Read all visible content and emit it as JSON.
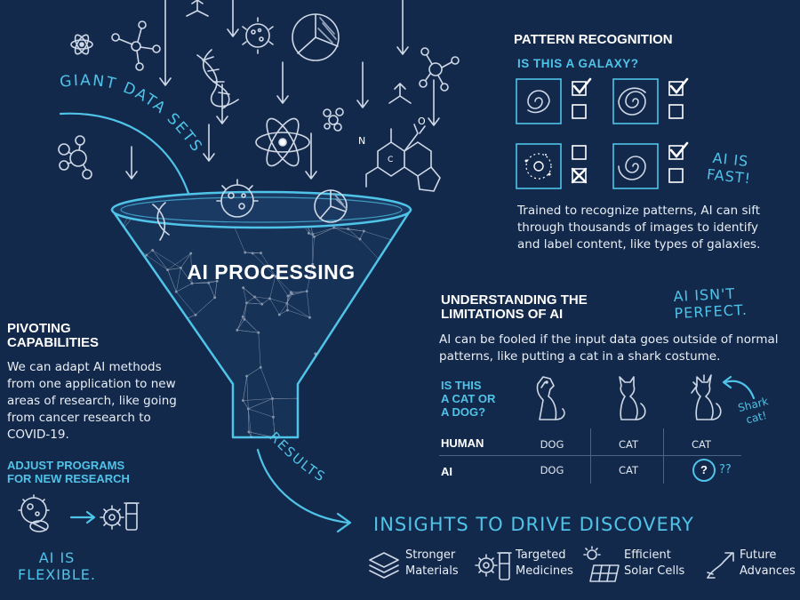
{
  "labels": {
    "giant_data_sets": "GIANT DATA SETS",
    "ai_processing": "AI PROCESSING",
    "results": "RESULTS",
    "insights": "INSIGHTS TO DRIVE DISCOVERY"
  },
  "pattern": {
    "title": "PATTERN RECOGNITION",
    "question": "IS THIS A GALAXY?",
    "fast_line1": "AI IS",
    "fast_line2": "FAST!",
    "body": "Trained to recognize patterns, AI can sift through thousands of images to identify and label content, like types of galaxies."
  },
  "limits": {
    "title_line1": "UNDERSTANDING THE",
    "title_line2": "LIMITATIONS OF AI",
    "not_perfect_line1": "AI ISN'T",
    "not_perfect_line2": "PERFECT.",
    "body": "AI can be fooled if the input data goes outside of normal patterns, like putting a cat in a shark costume.",
    "question_line1": "IS THIS",
    "question_line2": "A CAT OR",
    "question_line3": "A DOG?",
    "shark_line1": "Shark",
    "shark_line2": "cat!",
    "table": {
      "human_label": "HUMAN",
      "ai_label": "AI",
      "human": [
        "DOG",
        "CAT",
        "CAT"
      ],
      "ai": [
        "DOG",
        "CAT"
      ],
      "unknown_mark": "?",
      "unknown_extra": "??"
    }
  },
  "pivot": {
    "title_line1": "PIVOTING",
    "title_line2": "CAPABILITIES",
    "body": "We can adapt AI methods from one application to new areas of research, like going from cancer research to COVID-19.",
    "adjust_line1": "ADJUST PROGRAMS",
    "adjust_line2": "FOR NEW RESEARCH",
    "flexible_line1": "AI IS",
    "flexible_line2": "FLEXIBLE."
  },
  "outcomes": [
    {
      "line1": "Stronger",
      "line2": "Materials",
      "icon": "layers-icon"
    },
    {
      "line1": "Targeted",
      "line2": "Medicines",
      "icon": "virus-vial-icon"
    },
    {
      "line1": "Efficient",
      "line2": "Solar Cells",
      "icon": "solar-panel-icon"
    },
    {
      "line1": "Future",
      "line2": "Advances",
      "icon": "trend-arrow-icon"
    }
  ],
  "colors": {
    "background": "#13294b",
    "accent": "#4fc3e8",
    "text": "#ffffff"
  }
}
